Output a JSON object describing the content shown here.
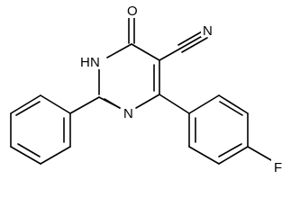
{
  "molecule": {
    "atoms": {
      "oxygen": "O",
      "nitrile_nitrogen": "N",
      "amide_hydrogen": "H",
      "amide_nitrogen": "N",
      "ring_nitrogen": "N",
      "fluorine": "F"
    }
  }
}
